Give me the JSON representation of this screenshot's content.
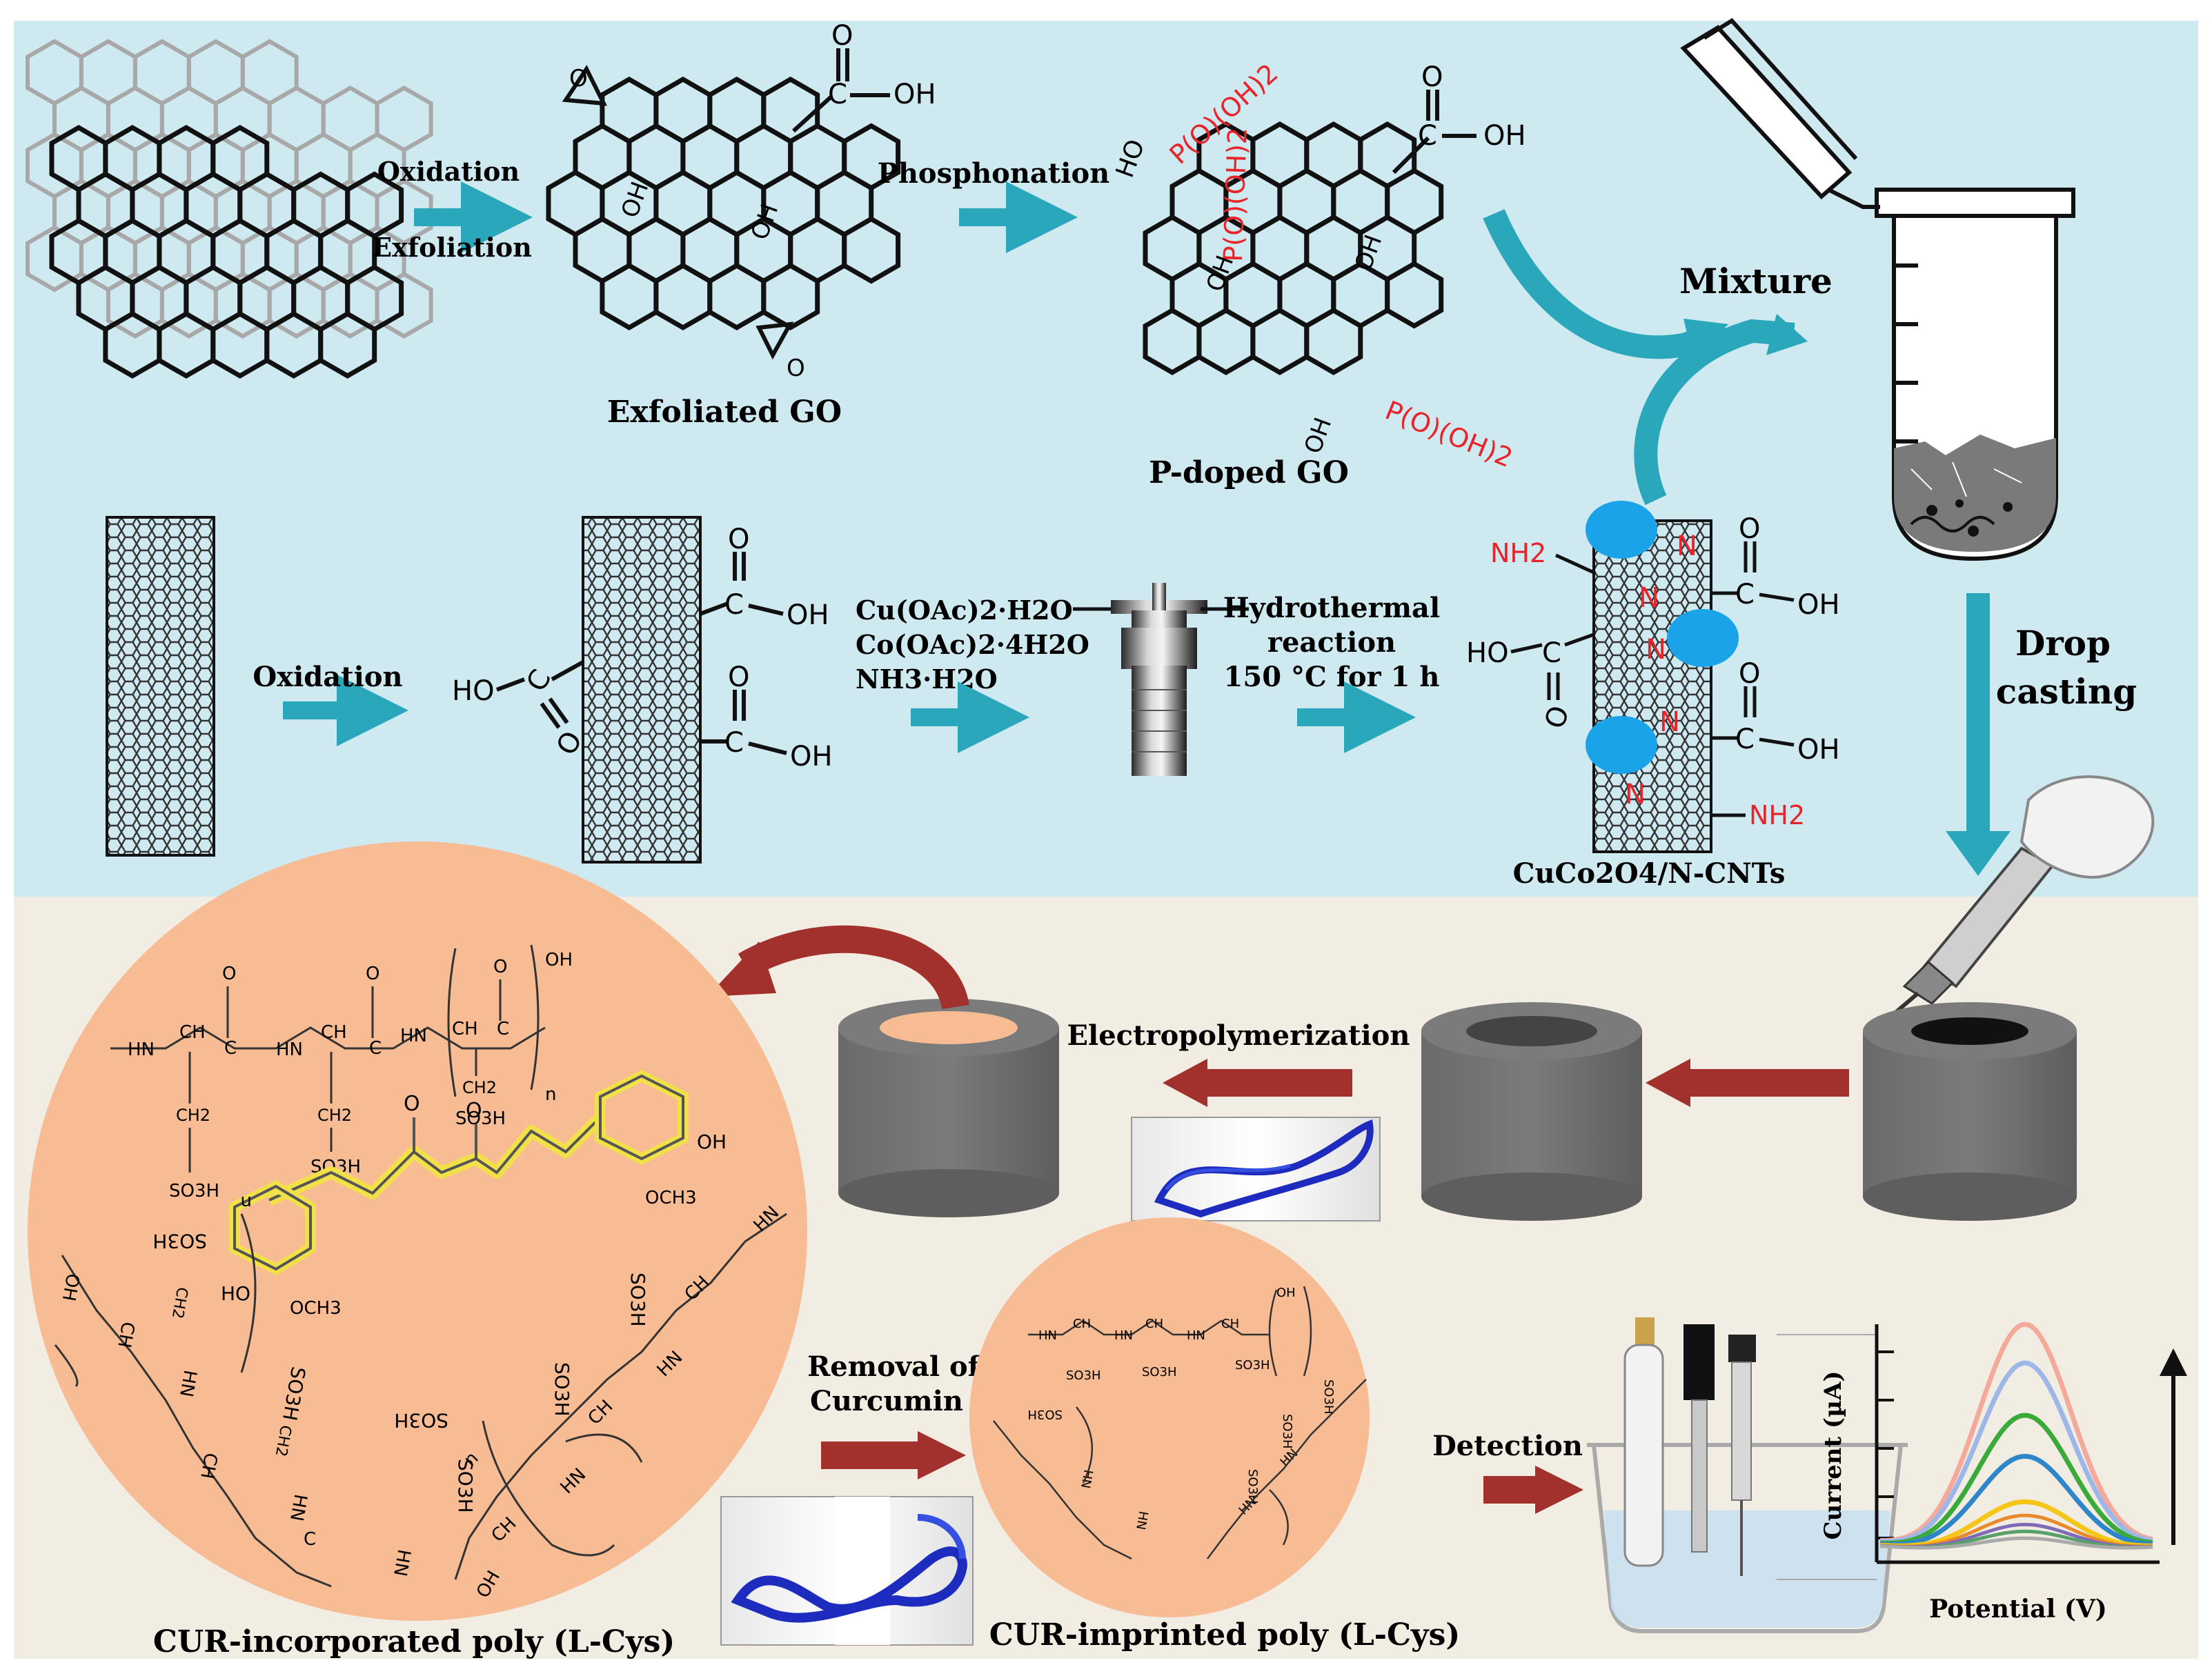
{
  "colors": {
    "top_panel": "#cfe9f1",
    "bottom_panel": "#f1ede2",
    "teal_arrow": "#2aa7bb",
    "red_arrow": "#a2302c",
    "blue_dot": "#1aa3e8",
    "circle_fill": "#f7bc94",
    "red_text": "#e8242a",
    "curcumin_highlight": "#f2e04a"
  },
  "labels": {
    "oxidation_exfoliation": [
      "Oxidation",
      "Exfoliation"
    ],
    "exfoliated_go": "Exfoliated  GO",
    "phosphonation": "Phosphonation",
    "p_doped_go": "P-doped  GO",
    "mixture": "Mixture",
    "oxidation_cnt": "Oxidation",
    "reagents": [
      "Cu(OAc)2·H2O",
      "Co(OAc)2·4H2O",
      "NH3·H2O"
    ],
    "hydrothermal": [
      "Hydrothermal",
      "reaction",
      "150 °C for 1 h"
    ],
    "composite": "CuCo2O4/N-CNTs",
    "drop_casting": [
      "Drop",
      "casting"
    ],
    "electropolymerization": "Electropolymerization",
    "removal": [
      "Removal of",
      "Curcumin"
    ],
    "detection": "Detection",
    "cur_incorporated": "CUR-incorporated  poly (L-Cys)",
    "cur_imprinted": "CUR-imprinted  poly (L-Cys)",
    "y_axis": "Current (µA)",
    "x_axis": "Potential (V)"
  },
  "chem": {
    "cooh_oh": "OH",
    "cooh_o": "O",
    "c": "C",
    "ho": "HO",
    "epoxide_o": "O",
    "phos": "P(O)(OH)2",
    "nh2": "NH2",
    "n": "N",
    "hn": "HN",
    "ch": "CH",
    "ch2": "CH2",
    "so3h": "SO3H",
    "och3": "OCH3",
    "hn_rot": "HN",
    "n_sub": "n"
  },
  "dpv_curves": [
    {
      "color": "#f4a99b",
      "peak": 1.0
    },
    {
      "color": "#9db8e8",
      "peak": 0.83
    },
    {
      "color": "#3aaa3a",
      "peak": 0.6
    },
    {
      "color": "#2e86c8",
      "peak": 0.42
    },
    {
      "color": "#f5c518",
      "peak": 0.22
    },
    {
      "color": "#e8892b",
      "peak": 0.16
    },
    {
      "color": "#7f6bb8",
      "peak": 0.12
    },
    {
      "color": "#5aa06a",
      "peak": 0.09
    },
    {
      "color": "#aaaaaa",
      "peak": 0.06
    }
  ]
}
